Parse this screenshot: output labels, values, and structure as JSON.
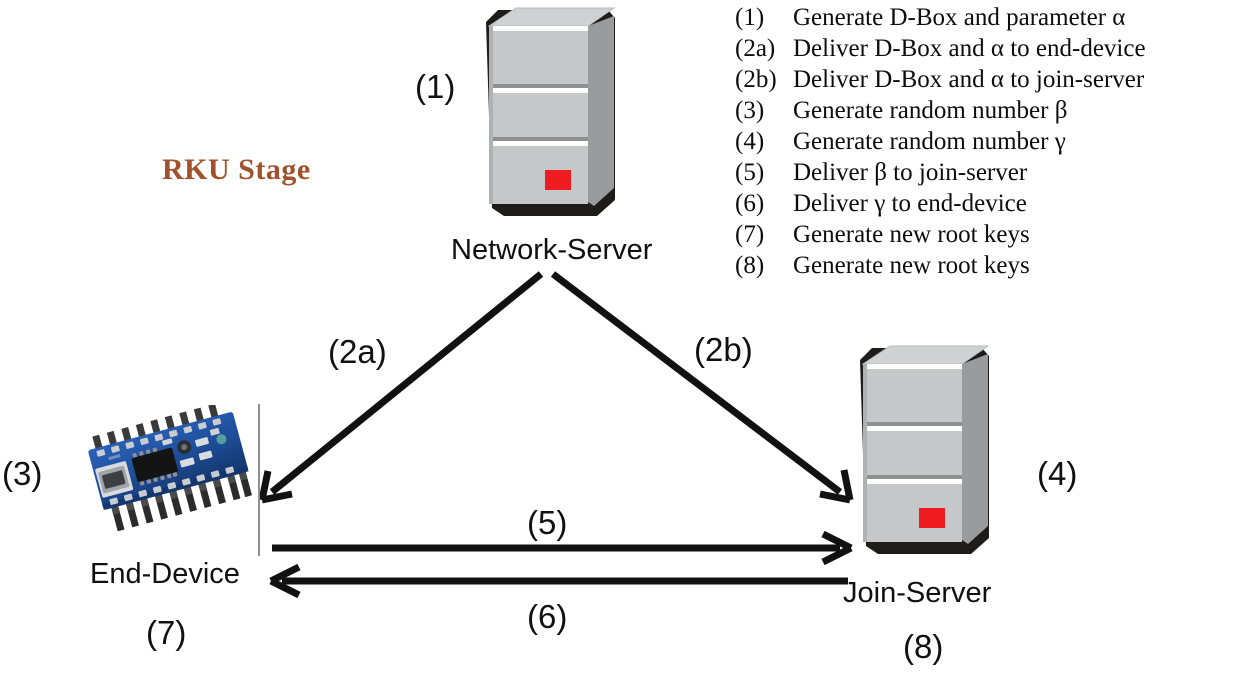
{
  "title": "RKU Stage",
  "diagram": {
    "type": "protocol-sequence-diagram",
    "stage_label": "RKU Stage",
    "stage_label_color": "#a0522d",
    "nodes": [
      {
        "id": "network-server",
        "label": "Network-Server",
        "icon": "server-icon",
        "step": "(1)"
      },
      {
        "id": "end-device",
        "label": "End-Device",
        "icon": "arduino-board-icon",
        "step_left": "(3)",
        "step_below": "(7)"
      },
      {
        "id": "join-server",
        "label": "Join-Server",
        "icon": "server-icon",
        "step_right": "(4)",
        "step_below": "(8)"
      }
    ],
    "edges": [
      {
        "id": "edge-2a",
        "label": "(2a)",
        "from": "network-server",
        "to": "end-device"
      },
      {
        "id": "edge-2b",
        "label": "(2b)",
        "from": "network-server",
        "to": "join-server"
      },
      {
        "id": "edge-5",
        "label": "(5)",
        "from": "end-device",
        "to": "join-server"
      },
      {
        "id": "edge-6",
        "label": "(6)",
        "from": "join-server",
        "to": "end-device"
      }
    ]
  },
  "labels": {
    "step1": "(1)",
    "step2a": "(2a)",
    "step2b": "(2b)",
    "step3": "(3)",
    "step4": "(4)",
    "step5": "(5)",
    "step6": "(6)",
    "step7": "(7)",
    "step8": "(8)",
    "network_server": "Network-Server",
    "end_device": "End-Device",
    "join_server": "Join-Server"
  },
  "legend": {
    "items": [
      {
        "num": "(1)",
        "text": "Generate D-Box and parameter α"
      },
      {
        "num": "(2a)",
        "text": "Deliver D-Box and α to end-device"
      },
      {
        "num": "(2b)",
        "text": "Deliver D-Box and α to join-server"
      },
      {
        "num": "(3)",
        "text": "Generate random number β"
      },
      {
        "num": "(4)",
        "text": "Generate random number γ"
      },
      {
        "num": "(5)",
        "text": "Deliver β to join-server"
      },
      {
        "num": "(6)",
        "text": "Deliver γ to end-device"
      },
      {
        "num": "(7)",
        "text": "Generate new root keys"
      },
      {
        "num": "(8)",
        "text": "Generate new root keys"
      }
    ]
  },
  "colors": {
    "accent": "#a0522d",
    "server_front": "#c6c7c8",
    "server_top": "#cfd1d2",
    "server_side": "#9a9b9d",
    "server_shadow": "#1e1c1b",
    "led_red": "#ee1c20",
    "board_blue": "#1f4f9c",
    "arrow": "#111111",
    "text": "#111111"
  }
}
